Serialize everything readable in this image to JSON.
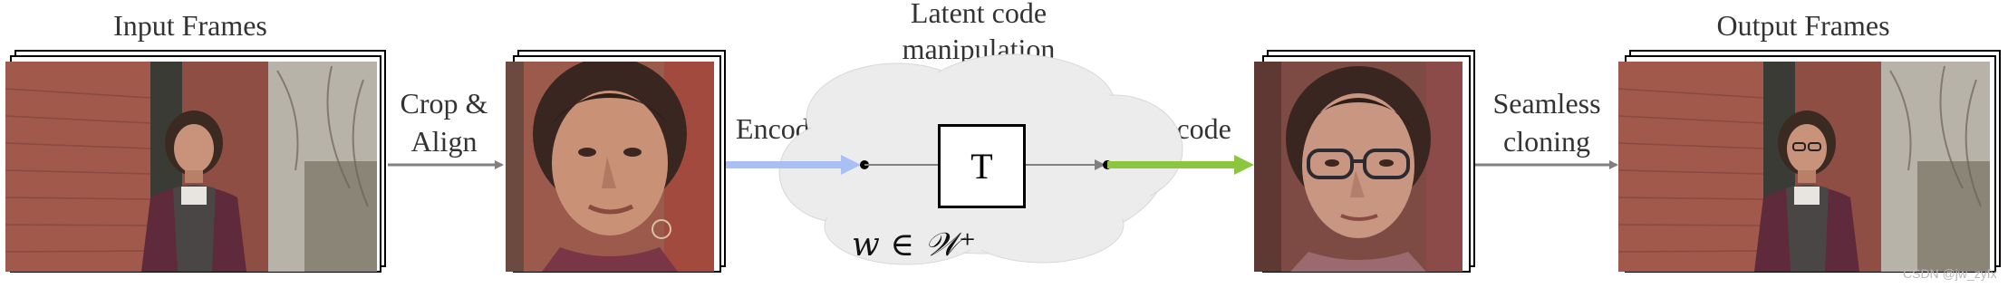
{
  "labels": {
    "input_frames": "Input Frames",
    "crop_align_1": "Crop &",
    "crop_align_2": "Align",
    "encode": "Encode",
    "latent_1": "Latent code",
    "latent_2": "manipulation",
    "transform": "T",
    "latent_space": "w ∈ 𝒲⁺",
    "decode": "Decode",
    "seamless_1": "Seamless",
    "seamless_2": "cloning",
    "output_frames": "Output Frames"
  },
  "watermark": "CSDN @jw_zyfx",
  "colors": {
    "encode_arrow": "#a8c0f4",
    "decode_arrow": "#8cc63f",
    "gray_arrow": "#808080",
    "cloud": "#ececec"
  }
}
